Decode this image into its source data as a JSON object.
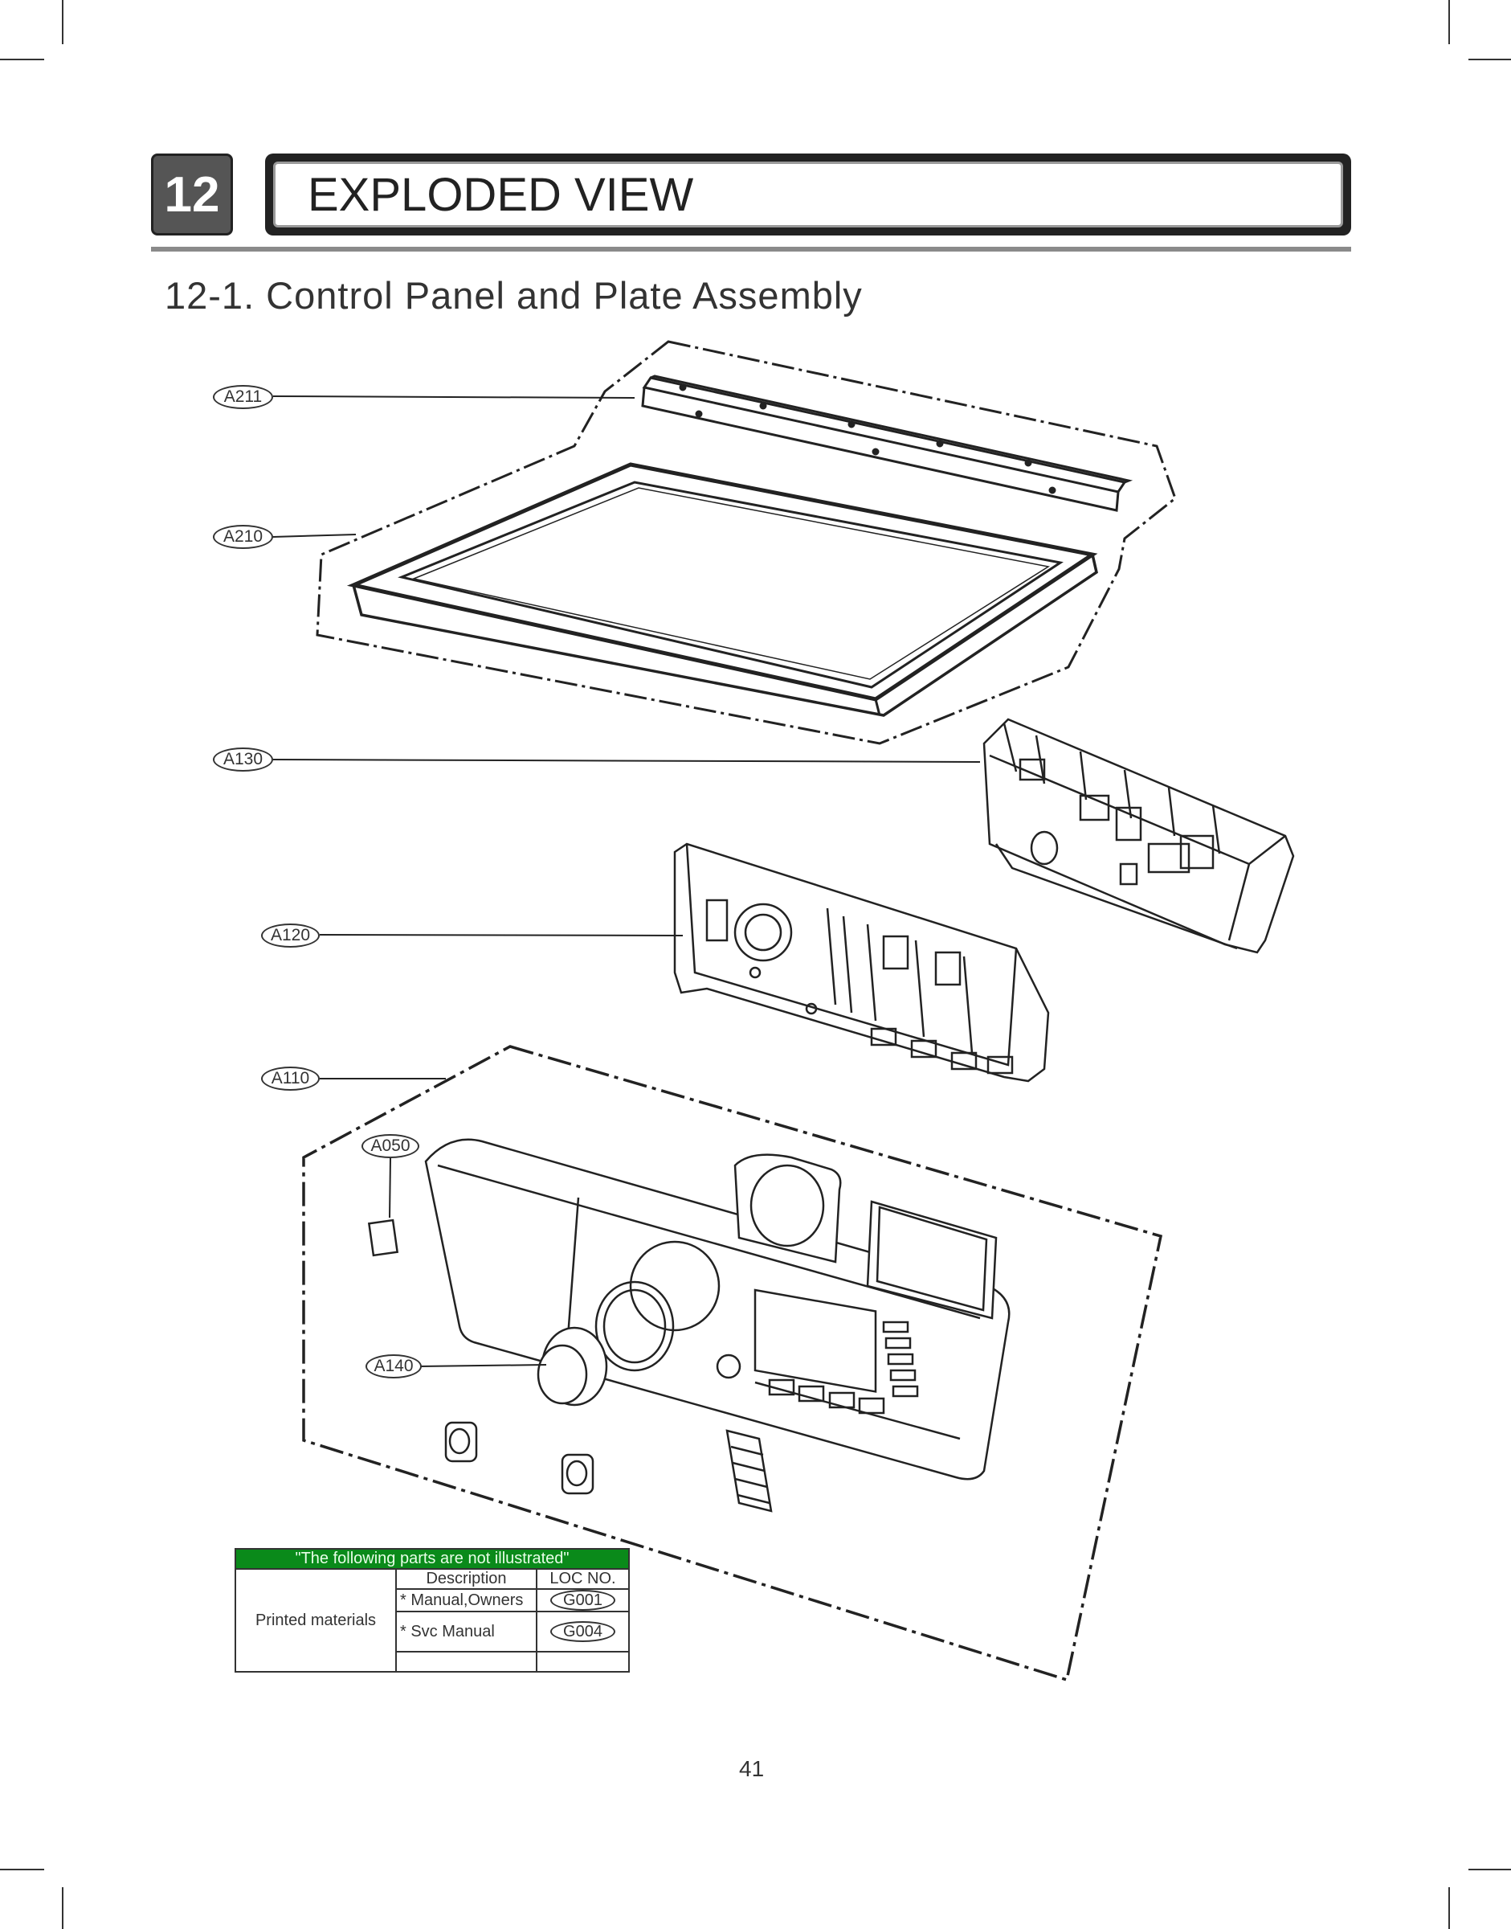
{
  "chapter": {
    "number": "12",
    "title": "EXPLODED VIEW"
  },
  "section": {
    "title": "12-1. Control Panel and Plate Assembly"
  },
  "callouts": {
    "a211": "A211",
    "a210": "A210",
    "a130": "A130",
    "a120": "A120",
    "a110": "A110",
    "a050": "A050",
    "a140": "A140"
  },
  "parts_table": {
    "header": "\"The following parts are not illustrated\"",
    "col_description": "Description",
    "col_loc_no": "LOC NO.",
    "group": "Printed materials",
    "rows": [
      {
        "description": "* Manual,Owners",
        "loc": "G001"
      },
      {
        "description": "* Svc Manual",
        "loc": "G004"
      }
    ]
  },
  "page_number": "41",
  "colors": {
    "table_header": "#0a8a1a",
    "chapter_box": "#555555"
  }
}
